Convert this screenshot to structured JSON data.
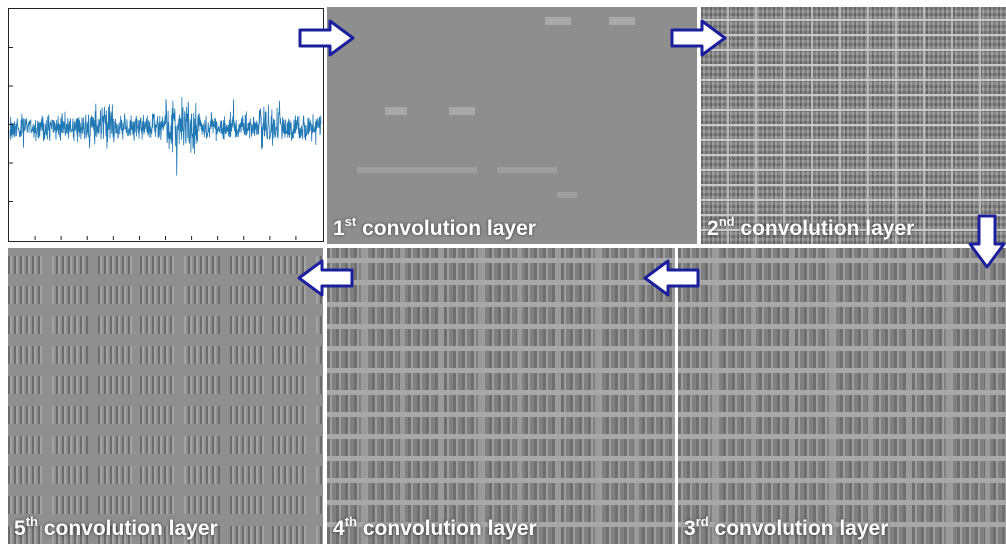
{
  "input_panel": {
    "signal_color": "#1f77b4",
    "axis_color": "#222222"
  },
  "layers": [
    {
      "num": "1",
      "suffix": "st",
      "text": "convolution layer"
    },
    {
      "num": "2",
      "suffix": "nd",
      "text": "convolution layer"
    },
    {
      "num": "3",
      "suffix": "rd",
      "text": "convolution layer"
    },
    {
      "num": "4",
      "suffix": "th",
      "text": "convolution layer"
    },
    {
      "num": "5",
      "suffix": "th",
      "text": "convolution layer"
    }
  ],
  "arrows": {
    "fill": "#ffffff",
    "stroke": "#1b1f9c",
    "directions": [
      "right",
      "right",
      "down",
      "left",
      "left"
    ]
  }
}
